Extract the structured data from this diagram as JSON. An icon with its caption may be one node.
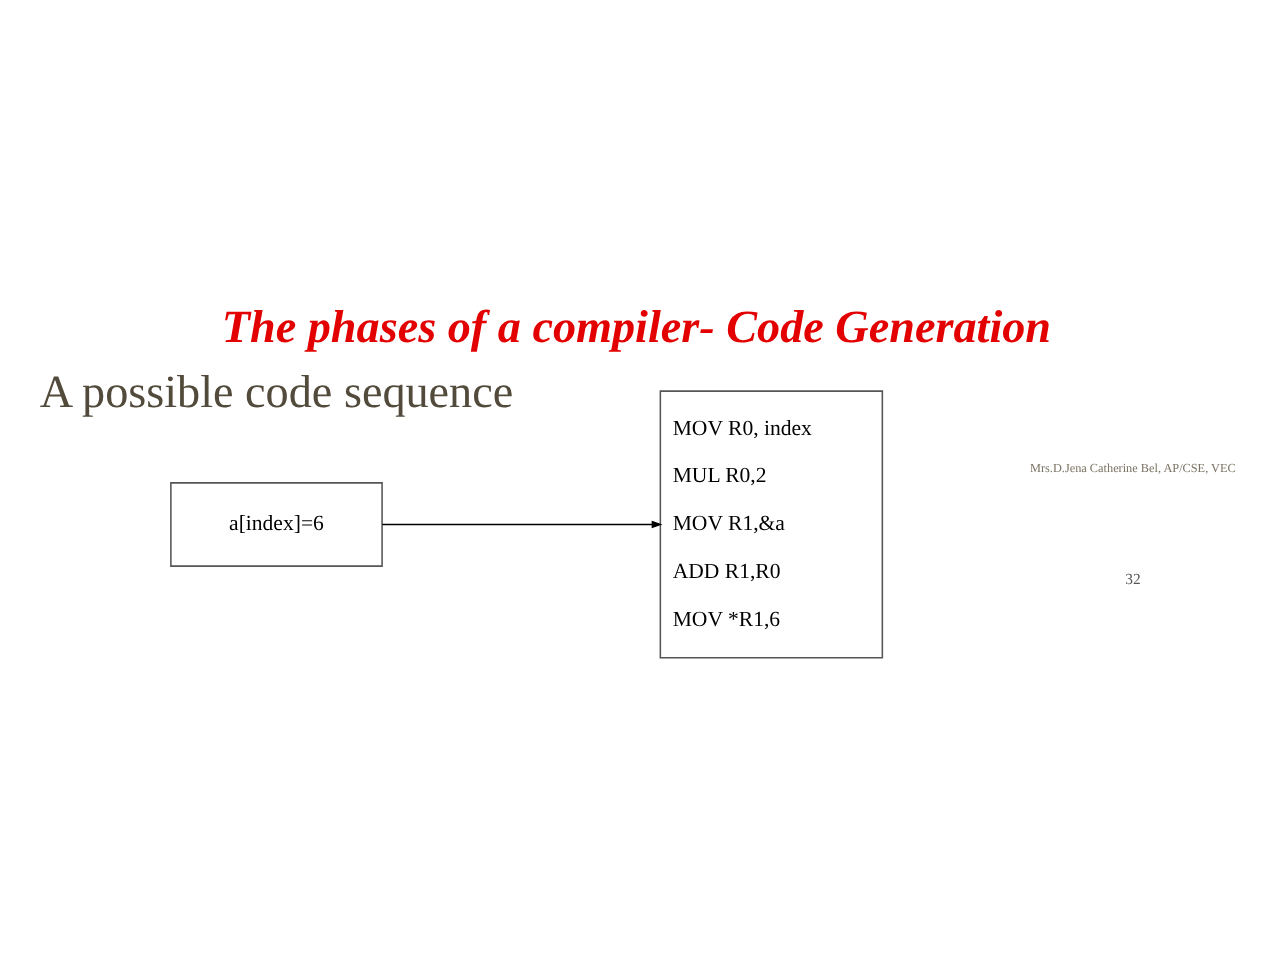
{
  "diagram": {
    "title": "The phases of a compiler- Code Generation",
    "nodes": [
      {
        "text": [
          "a[index]=6"
        ]
      },
      {
        "text": [
          "MOV R0, index",
          "MUL R0,2",
          "MOV R1,&a",
          "ADD R1,R0",
          "MOV *R1,6"
        ]
      }
    ],
    "edges": [
      {
        "from": 0,
        "to": 1,
        "arrow": "to"
      }
    ],
    "labels": [
      "A possible code sequence",
      "Mrs.D.Jena Catherine Bel, AP/CSE, VEC",
      "32"
    ]
  }
}
